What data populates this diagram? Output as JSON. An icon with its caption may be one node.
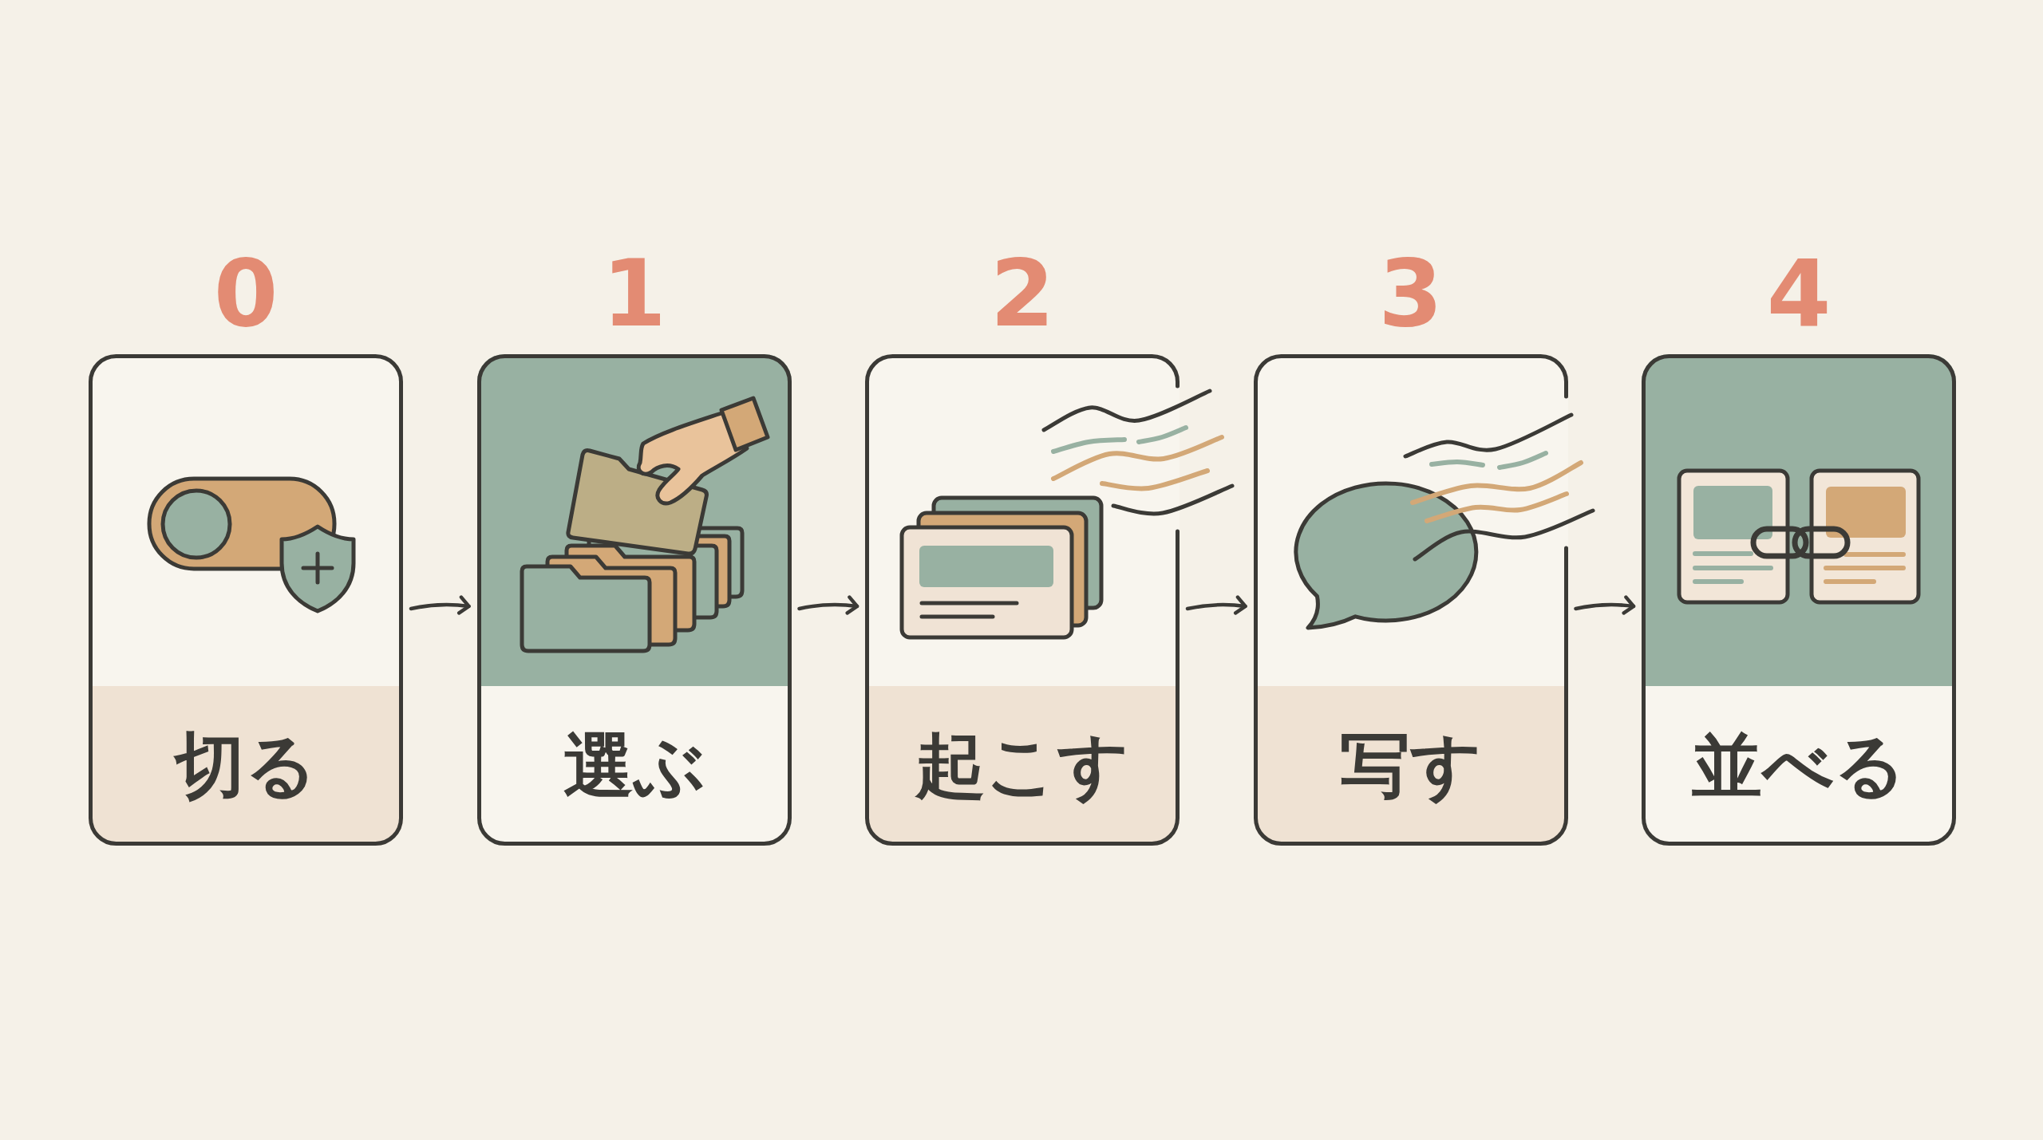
{
  "diagram": {
    "nodes": [
      {
        "text": [
          "0",
          "切る"
        ]
      },
      {
        "text": [
          "1",
          "選ぶ"
        ]
      },
      {
        "text": [
          "2",
          "起こす"
        ]
      },
      {
        "text": [
          "3",
          "写す"
        ]
      },
      {
        "text": [
          "4",
          "並べる"
        ]
      }
    ],
    "edges": [
      {
        "from": 0,
        "to": 1,
        "arrow": "to"
      },
      {
        "from": 1,
        "to": 2,
        "arrow": "to"
      },
      {
        "from": 2,
        "to": 3,
        "arrow": "to"
      },
      {
        "from": 3,
        "to": 4,
        "arrow": "to"
      }
    ]
  }
}
